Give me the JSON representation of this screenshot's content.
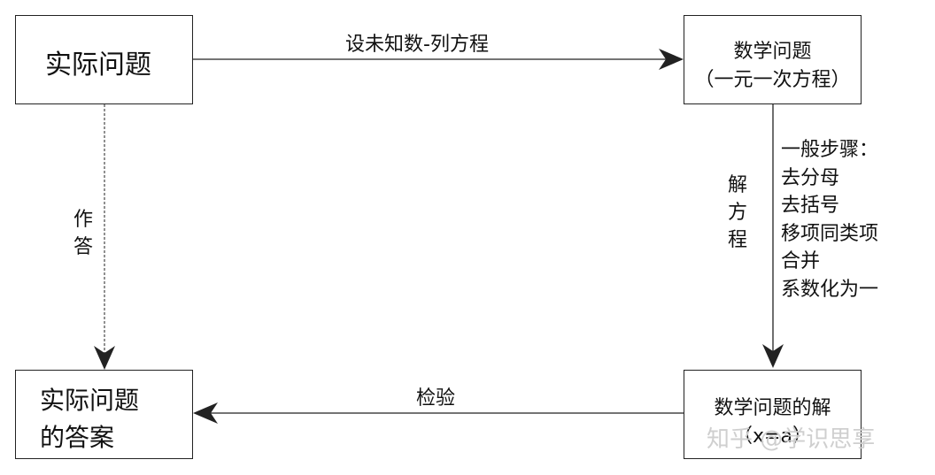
{
  "boxes": {
    "real_problem": "实际问题",
    "math_problem_line1": "数学问题",
    "math_problem_line2": "（一元一次方程）",
    "answer_line1": "实际问题",
    "answer_line2": "的答案",
    "solution_line1": "数学问题的解",
    "solution_line2": "（x=a）"
  },
  "edges": {
    "top": "设未知数-列方程",
    "bottom": "检验",
    "left": [
      "作",
      "答"
    ],
    "right": [
      "解",
      "方",
      "程"
    ]
  },
  "steps": {
    "title": "一般步骤：",
    "items": [
      "去分母",
      "去括号",
      "移项同类项",
      "合并",
      "系数化为一"
    ]
  },
  "watermark": "知乎 @学识思享"
}
